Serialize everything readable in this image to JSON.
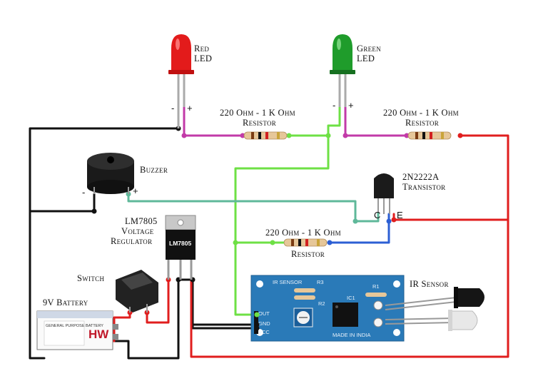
{
  "components": {
    "red_led": {
      "label_line1": "Red",
      "label_line2": "LED",
      "color": "#e31b1b"
    },
    "green_led": {
      "label_line1": "Green",
      "label_line2": "LED",
      "color": "#1f9c2b"
    },
    "resistor_top_left": {
      "label_line1": "220 Ohm - 1 K Ohm",
      "label_line2": "Resistor"
    },
    "resistor_top_right": {
      "label_line1": "220 Ohm - 1 K Ohm",
      "label_line2": "Resistor"
    },
    "resistor_middle": {
      "label_line1": "220 Ohm - 1 K Ohm",
      "label_line2": "Resistor"
    },
    "buzzer": {
      "label": "Buzzer"
    },
    "transistor": {
      "label_line1": "2N2222A",
      "label_line2": "Transistor",
      "pin_c": "C",
      "pin_e": "E"
    },
    "regulator": {
      "label_line1": "LM7805",
      "label_line2": "Voltage",
      "label_line3": "Regulator",
      "chip_text": "LM7805"
    },
    "switch": {
      "label": "Switch"
    },
    "battery": {
      "label": "9V Battery",
      "brand": "HW",
      "small_text": "GENERAL PURPOSE BATTERY"
    },
    "ir_sensor": {
      "label": "IR Sensor",
      "board_title": "IR SENSOR",
      "silk_r3": "R3",
      "silk_r1": "R1",
      "silk_r2": "R2",
      "silk_ic1": "IC1",
      "silk_out": "OUT",
      "silk_gnd": "GND",
      "silk_vcc": "VCC",
      "silk_made": "MADE IN INDIA",
      "board_color": "#2a7ab8"
    }
  },
  "polarity": {
    "red_minus": "-",
    "red_plus": "+",
    "green_minus": "-",
    "green_plus": "+",
    "buzzer_minus": "-",
    "buzzer_plus": "+"
  },
  "wire_colors": {
    "ground": "#111111",
    "power": "#e01e1e",
    "signal": "#6ee045",
    "led_lead": "#c23aa8",
    "buzzer": "#5fb89a",
    "emitter": "#2c5fd4"
  }
}
